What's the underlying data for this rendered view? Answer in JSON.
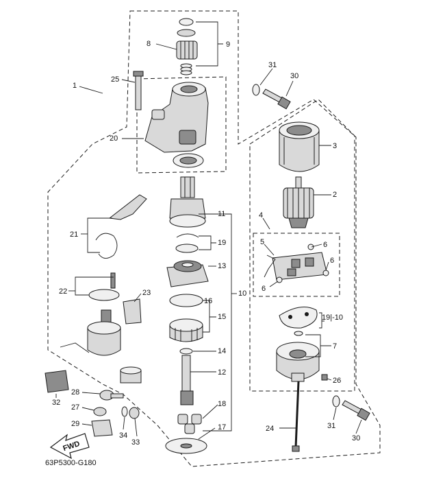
{
  "figure_code": "63P5300-G180",
  "fwd_label": "FWD",
  "callouts": {
    "c1": "1",
    "c2": "2",
    "c3": "3",
    "c4": "4",
    "c5": "5",
    "c6": "6",
    "c7": "7",
    "c8": "8",
    "c9": "9",
    "c10": "10",
    "c11": "11",
    "c12": "12",
    "c13": "13",
    "c14": "14",
    "c15": "15",
    "c16": "16",
    "c17": "17",
    "c18": "18",
    "c19": "19",
    "c19_10": "19|-10",
    "c20": "20",
    "c21": "21",
    "c22": "22",
    "c23": "23",
    "c24": "24",
    "c25": "25",
    "c26": "26",
    "c27": "27",
    "c28": "28",
    "c29": "29",
    "c30": "30",
    "c31": "31",
    "c32": "32",
    "c33": "33",
    "c34": "34"
  }
}
